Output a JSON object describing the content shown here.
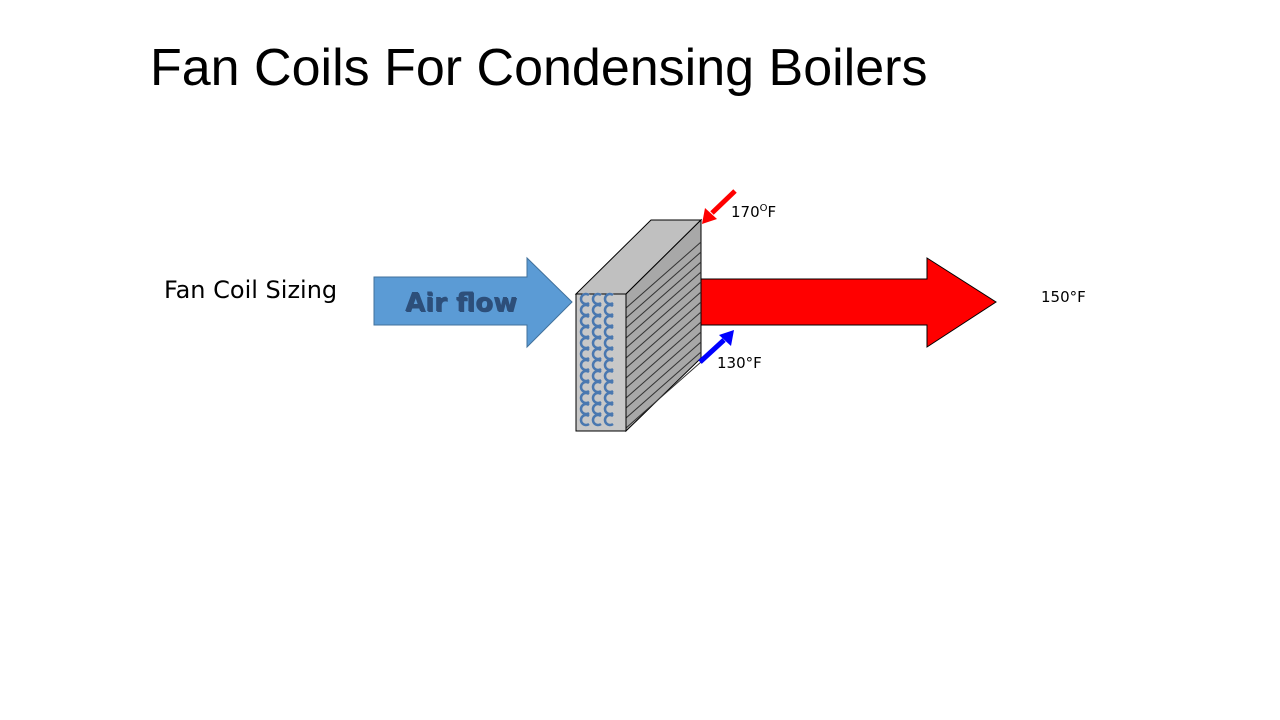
{
  "slide": {
    "title": "Fan Coils For Condensing Boilers",
    "subtitle": "Fan Coil Sizing"
  },
  "diagram": {
    "airflow_label": "Air flow",
    "supply_temp_value": "170",
    "supply_temp_sup": "O",
    "supply_temp_unit": "F",
    "return_temp": "130°F",
    "leaving_air_temp": "150°F"
  },
  "colors": {
    "airflow_arrow": "#5b9bd5",
    "heated_air_arrow": "#ff0000",
    "supply_pipe_arrow": "#ff0000",
    "return_pipe_arrow": "#0000ff",
    "coil_face": "#c0c0c0",
    "coil_tube": "#4a78b0"
  }
}
